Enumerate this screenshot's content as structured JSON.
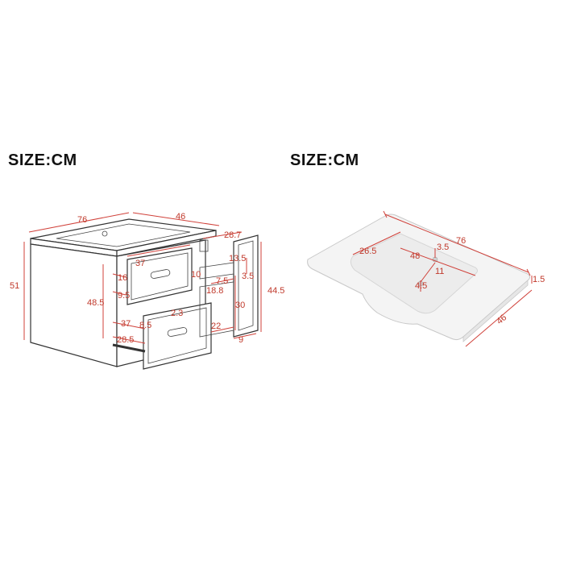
{
  "left": {
    "title": "SIZE:CM",
    "dims": {
      "width_top": "76",
      "depth_top": "46",
      "height_left": "51",
      "door_depth": "28.7",
      "upper_drawer_width": "37",
      "upper_drawer_small_a": "16",
      "upper_drawer_small_b": "9.5",
      "inner_height": "48.5",
      "side_10": "10",
      "side_7_5": "7.5",
      "side_13_5": "13.5",
      "side_3_5": "3.5",
      "side_18_8": "18.8",
      "side_44_5": "44.5",
      "side_30": "30",
      "drawer_gap": "2.3",
      "lower_drawer_width": "37",
      "lower_drawer_depth": "8.5",
      "lower_drawer_rail": "28.5",
      "door_width": "22",
      "door_thickness": "9"
    }
  },
  "right": {
    "title": "SIZE:CM",
    "dims": {
      "width": "76",
      "depth": "46",
      "thickness": "1.5",
      "bowl_offset": "26.5",
      "bowl_width": "48",
      "tap_offset": "3.5",
      "tap_to_drain": "11",
      "drain_offset": "4.5"
    }
  },
  "colors": {
    "dimension": "#c0392b",
    "outline": "#333333",
    "sink": "#f4f4f4"
  }
}
